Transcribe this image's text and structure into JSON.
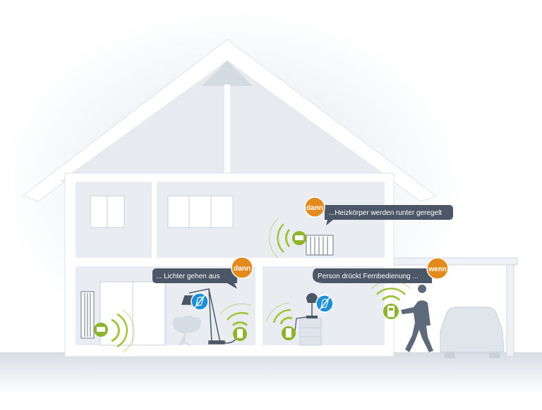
{
  "colors": {
    "accent_orange": "#e38a1c",
    "bubble_dark": "#4b5667",
    "device_green": "#8cb42c",
    "signal_green": "#a3c43a",
    "icon_blue": "#1e8fd6",
    "wall": "#ffffff",
    "room": "#e9edf2"
  },
  "callouts": [
    {
      "badge": "dann",
      "text": "...Heizkörper werden runter geregelt"
    },
    {
      "badge": "dann",
      "text": "... Lichter gehen aus"
    },
    {
      "badge": "wenn",
      "text": "Person drückt Fernbedienung ..."
    }
  ],
  "icons": [
    "radiator-thermostat-icon",
    "light-off-icon",
    "remote-control-icon",
    "person-icon",
    "car-icon"
  ]
}
